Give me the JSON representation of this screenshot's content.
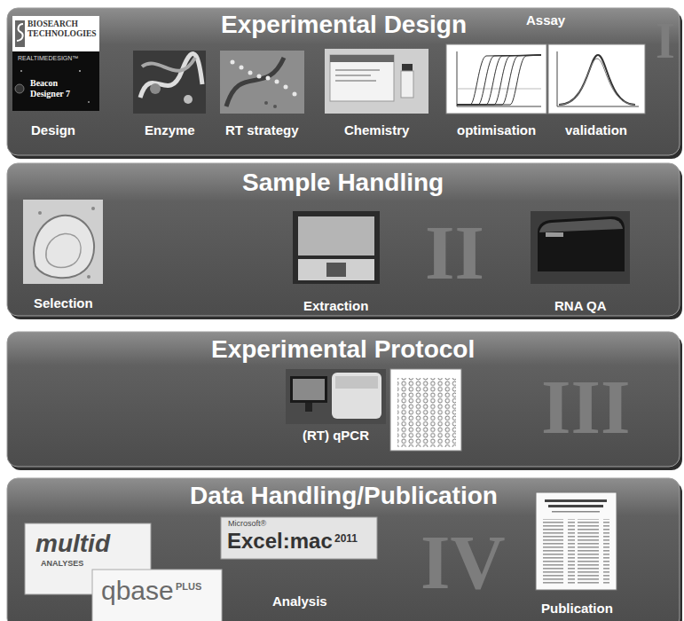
{
  "diagram": {
    "nodes": [
      {
        "text": [
          "Experimental Design"
        ]
      },
      {
        "text": [
          "Sample Handling"
        ]
      },
      {
        "text": [
          "Experimental Protocol"
        ]
      },
      {
        "text": [
          "Data Handling/Publication"
        ]
      }
    ],
    "labels": [
      "Assay",
      "BIOSEARCH TECHNOLOGIES",
      "REALTIMEDESIGN™",
      "Beacon Designer 7",
      "Design",
      "Enzyme",
      "RT strategy",
      "Chemistry",
      "optimisation",
      "validation",
      "Selection",
      "Extraction",
      "RNA QA",
      "(RT) qPCR",
      "multid",
      "ANALYSES",
      "qbase",
      "PLUS",
      "Microsoft®",
      "Excel:mac",
      "2011",
      "Analysis",
      "Publication",
      "I",
      "II",
      "III",
      "IV"
    ]
  }
}
